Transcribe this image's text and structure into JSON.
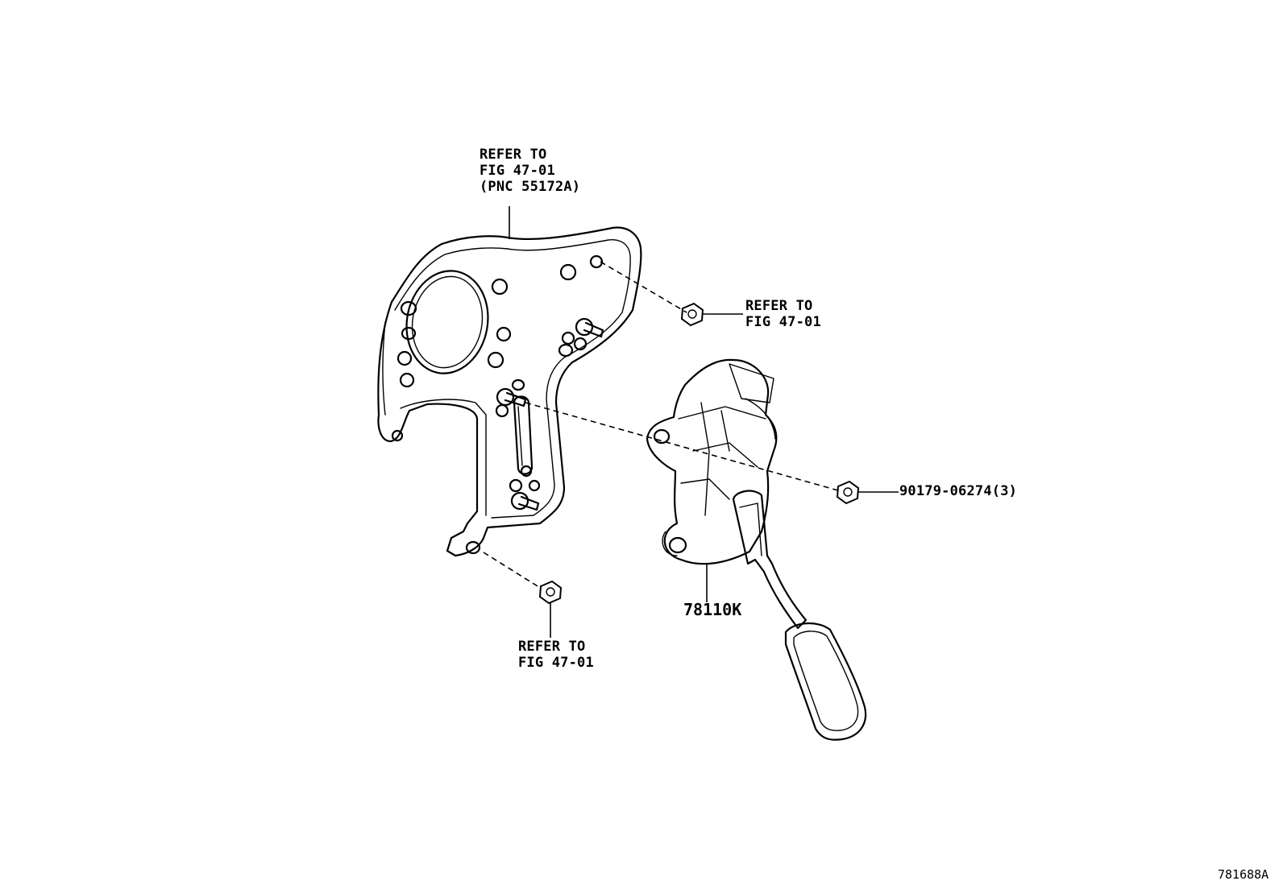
{
  "diagram": {
    "figure_id": "781688A",
    "callouts": {
      "bracket_top": [
        "REFER TO",
        "FIG 47-01",
        "(PNC 55172A)"
      ],
      "nut_upper": [
        "REFER TO",
        "FIG 47-01"
      ],
      "nut_lower": [
        "REFER TO",
        "FIG 47-01"
      ],
      "nut_right": "90179-06274(3)",
      "pedal_assembly": "78110K"
    }
  }
}
